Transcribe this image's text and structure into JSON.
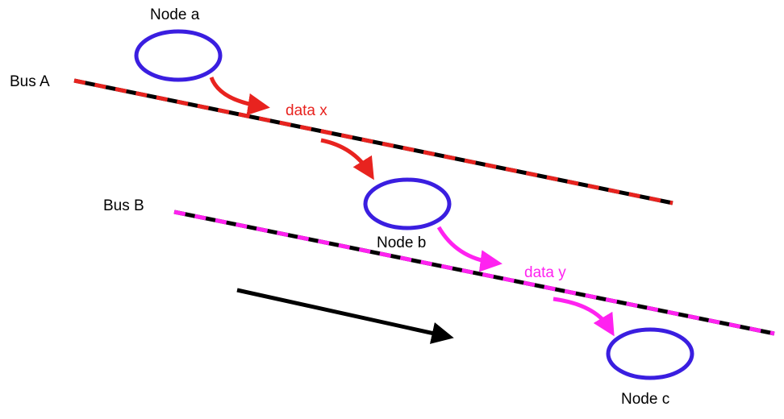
{
  "buses": {
    "a": {
      "label": "Bus A",
      "color": "#e8231f",
      "dash_color": "#000000"
    },
    "b": {
      "label": "Bus B",
      "color": "#ff22f0",
      "dash_color": "#000000"
    }
  },
  "nodes": {
    "a": {
      "label": "Node a",
      "color": "#3a1ee0"
    },
    "b": {
      "label": "Node b",
      "color": "#3a1ee0"
    },
    "c": {
      "label": "Node c",
      "color": "#3a1ee0"
    }
  },
  "data_labels": {
    "x": {
      "text": "data x",
      "color": "#e8231f"
    },
    "y": {
      "text": "data y",
      "color": "#ff22f0"
    }
  },
  "direction_arrow": {
    "color": "#000000"
  }
}
